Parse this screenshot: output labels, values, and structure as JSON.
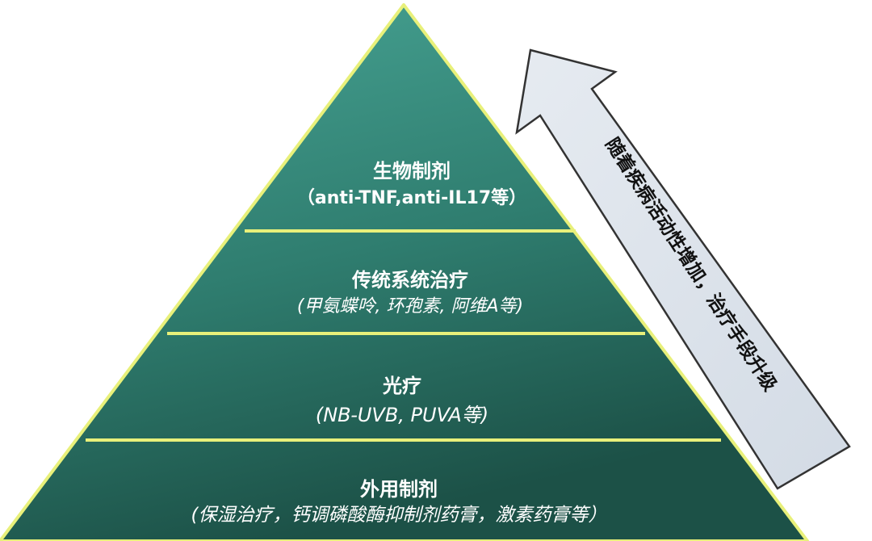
{
  "pyramid": {
    "tiers": [
      {
        "title": "生物制剂",
        "subtitle": "（anti-TNF,anti-IL17等）"
      },
      {
        "title": "传统系统治疗",
        "subtitle": "(甲氨蝶呤, 环孢素, 阿维A等)"
      },
      {
        "title": "光疗",
        "subtitle": "(NB-UVB, PUVA等)"
      },
      {
        "title": "外用制剂",
        "subtitle": "(保湿治疗，钙调磷酸酶抑制剂药膏，激素药膏等）"
      }
    ]
  },
  "arrow": {
    "label": "随着疾病活动性增加，治疗手段升级"
  },
  "colors": {
    "pyramid_top": "#43a08f",
    "pyramid_bottom": "#1f5a4e",
    "divider": "#e8f07a",
    "arrow_fill": "#dfe6ee",
    "arrow_stroke": "#333333"
  }
}
